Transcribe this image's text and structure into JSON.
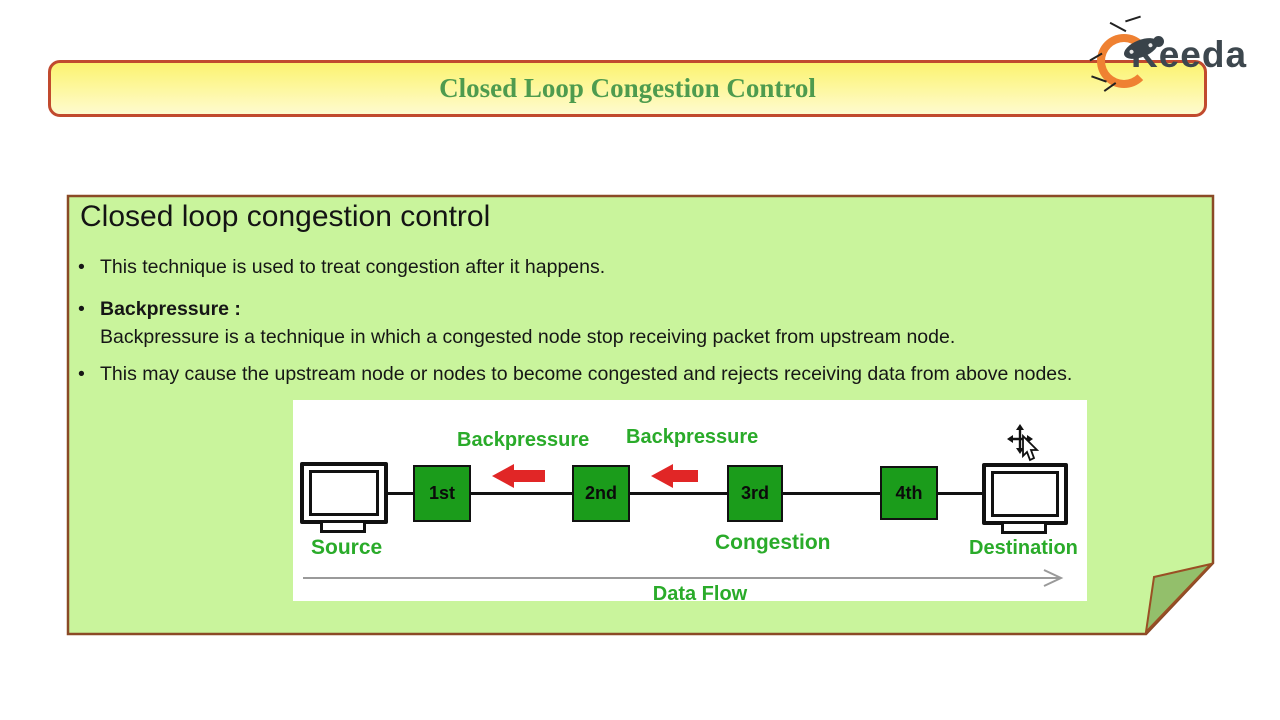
{
  "banner": {
    "title": "Closed Loop Congestion Control"
  },
  "logo": {
    "brand": "Keeda"
  },
  "slide": {
    "heading": "Closed loop congestion control",
    "bullets": [
      {
        "body": "This technique is used to treat congestion after it happens."
      },
      {
        "title": "Backpressure :",
        "body": "Backpressure is a technique in which a congested node stop receiving packet from upstream node."
      },
      {
        "body": "This may cause the upstream node or nodes to become congested and rejects receiving data from above nodes."
      }
    ]
  },
  "diagram": {
    "backpressure_label_1": "Backpressure",
    "backpressure_label_2": "Backpressure",
    "nodes": [
      "1st",
      "2nd",
      "3rd",
      "4th"
    ],
    "source_label": "Source",
    "congestion_label": "Congestion",
    "destination_label": "Destination",
    "data_flow_label": "Data Flow"
  },
  "icons": {
    "cursor": "move-pointer-cursor",
    "logo_bug": "bug-icon",
    "red_arrows": "left-arrow",
    "monitors": "computer-monitor"
  },
  "colors": {
    "banner_border": "#c14a2e",
    "banner_gradient_top": "#fbf370",
    "banner_gradient_bottom": "#fefbcf",
    "title_green": "#4e9b4e",
    "slide_background": "#c9f49c",
    "slide_border": "#8a4a26",
    "fold_green": "#93bf6b",
    "node_green": "#1b9c1b",
    "diagram_label_green": "#2aab2a",
    "arrow_red": "#e12626",
    "brand_dark": "#3d474e",
    "logo_orange": "#ef8132"
  }
}
